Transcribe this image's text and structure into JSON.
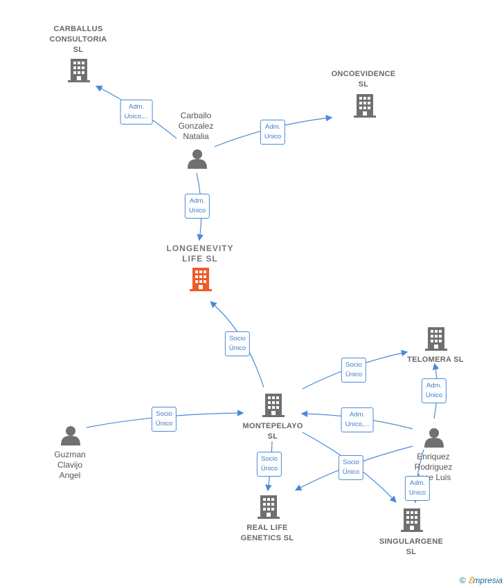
{
  "nodes": {
    "carballus": {
      "label": "CARBALLUS\nCONSULTORIA\nSL"
    },
    "oncoevidence": {
      "label": "ONCOEVIDENCE\nSL"
    },
    "carballo_person": {
      "label": "Carballo\nGonzalez\nNatalia"
    },
    "longenevity": {
      "label": "LONGENEVITY\nLIFE  SL"
    },
    "telomera": {
      "label": "TELOMERA  SL"
    },
    "montepelayo": {
      "label": "MONTEPELAYO\nSL"
    },
    "guzman_person": {
      "label": "Guzman\nClavijo\nAngel"
    },
    "enriquez_person": {
      "label": "Enriquez\nRodriguez\nJose Luis"
    },
    "real_life": {
      "label": "REAL LIFE\nGENETICS  SL"
    },
    "singulargene": {
      "label": "SINGULARGENE\nSL"
    }
  },
  "edges": {
    "e1": "Adm.\nUnico,...",
    "e2": "Adm.\nUnico",
    "e3": "Adm.\nUnico",
    "e4": "Socio\nÚnico",
    "e5": "Socio\nÚnico",
    "e6": "Socio\nÚnico",
    "e7": "Adm.\nUnico",
    "e8": "Adm.\nUnico,...",
    "e9": "Socio\nÚnico",
    "e10": "Socio\nÚnico",
    "e11": "Adm.\nUnico"
  },
  "colors": {
    "edge": "#4a8ad8",
    "icon": "#707070",
    "focus": "#f05a28"
  },
  "footer": {
    "copyright": "©",
    "brand_e": "ℰ",
    "brand_rest": "mpresia"
  }
}
